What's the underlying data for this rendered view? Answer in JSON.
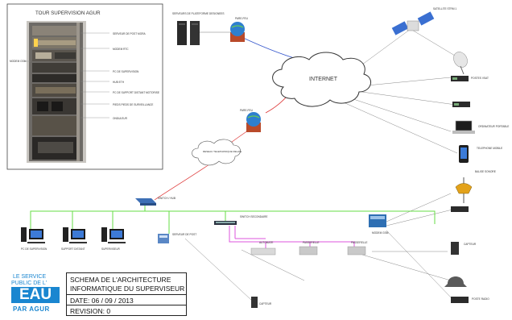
{
  "tower": {
    "title": "TOUR SUPERVISION AGUR",
    "modem_left": "MODEM GSM",
    "labels": [
      "SERVEUR DE POST MORA",
      "MODEM RTC",
      "PC DE SUPERVISION",
      "HUB ETH",
      "PC DE SUPPORT DISTANT MOTORISE",
      "PIEDS PIEDS DE SURVEILLANCE",
      "ONDULEUR"
    ]
  },
  "nodes": {
    "internet": "INTERNET",
    "rtc": "RESEAU TELEPHONIQUE RELAIS",
    "servers": "SERVEURS DE PLATEFORME DESIGNEES",
    "firewall_top": "PARE-FEU",
    "firewall_mid": "PARE-FEU",
    "satellite": "SATELLITE STRM 1",
    "ant_sat": "POSTES VSAT",
    "laptop": "ORDINATEUR PORTABLE",
    "phone": "TELEPHONE MOBILE",
    "switch_main": "SWITCH / HUB",
    "switch_sub": "SWITCH SECONDAIRE",
    "modem_box": "MODEM GSM",
    "rack_box": "SERVEUR DE POST",
    "pc1": "PC DE SUPERVISION",
    "pc2": "SUPPORT DISTANT",
    "pc3": "SUPERVISEUR",
    "dev1": "AUTOMATE",
    "dev2": "PASSERELLE",
    "dev3": "PASSERELLE",
    "bottom_device": "CAPTEUR",
    "siren": "BALISE SONORE",
    "right_box1": "CAPTEUR",
    "right_box2": "POSTE RADIO"
  },
  "titleblock": {
    "title_line1": "SCHEMA DE L'ARCHITECTURE",
    "title_line2": "INFORMATIQUE DU SUPERVISEUR",
    "date": "DATE: 06 / 09 / 2013",
    "revision": "REVISION: 0"
  },
  "logo": {
    "line1": "LE SERVICE",
    "line2": "PUBLIC DE L'",
    "word": "EAU",
    "line3": "PAR AGUR"
  },
  "colors": {
    "green": "#66dd44",
    "magenta": "#dd55dd",
    "blue": "#3355cc",
    "red": "#dd3333",
    "logo_blue": "#1a86d0"
  }
}
